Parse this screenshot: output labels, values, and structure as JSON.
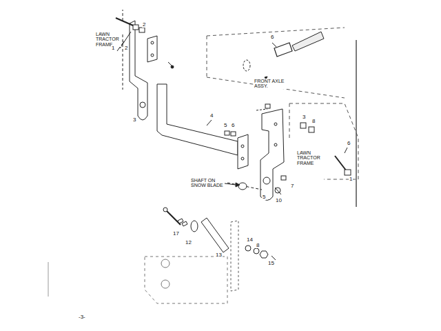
{
  "diagram": {
    "labels": [
      "LAWN TRACTOR FRAME",
      "2",
      "1",
      "2",
      "3",
      "4",
      "5",
      "6",
      "6",
      "FRONT AXLE ASSY.",
      "3",
      "8",
      "LAWN TRACTOR FRAME",
      "6",
      "1",
      "SHAFT ON SNOW BLADE",
      "5",
      "10",
      "7",
      "17",
      "12",
      "13",
      "14",
      "8",
      "15",
      "-3-"
    ]
  }
}
